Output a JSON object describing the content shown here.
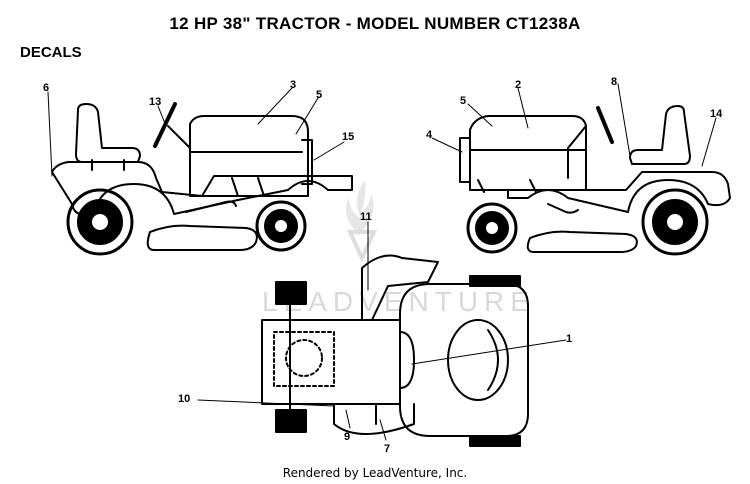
{
  "title": "12 HP 38\" TRACTOR - MODEL NUMBER CT1238A",
  "section_label": "DECALS",
  "watermark": "LEADVENTURE",
  "credit": "Rendered by LeadVenture, Inc.",
  "callouts": {
    "c1": "1",
    "c2": "2",
    "c3": "3",
    "c4": "4",
    "c5a": "5",
    "c5b": "5",
    "c6": "6",
    "c7": "7",
    "c8": "8",
    "c9": "9",
    "c10": "10",
    "c11": "11",
    "c13": "13",
    "c14": "14",
    "c15": "15"
  }
}
